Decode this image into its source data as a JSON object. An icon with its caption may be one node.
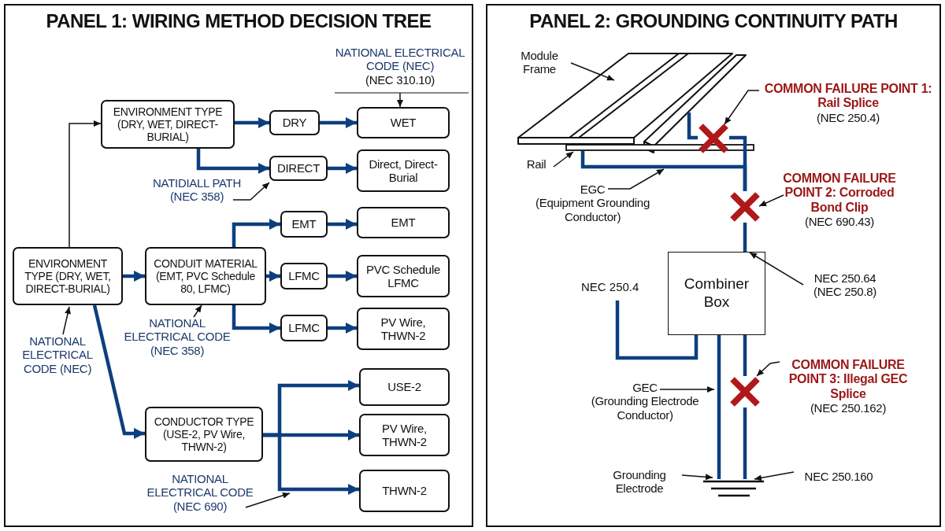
{
  "diagram": {
    "nodes": [
      {
        "text": [
          "PANEL 1: WIRING METHOD DECISION TREE"
        ]
      },
      {
        "text": [
          "ENVIRONMENT TYPE (DRY, WET, DIRECT-BURIAL)"
        ],
        "in": 0
      },
      {
        "text": [
          "DRY"
        ],
        "in": 0
      },
      {
        "text": [
          "WET"
        ],
        "in": 0
      },
      {
        "text": [
          "DIRECT"
        ],
        "in": 0
      },
      {
        "text": [
          "Direct, Direct-Burial"
        ],
        "in": 0
      },
      {
        "text": [
          "EMT"
        ],
        "in": 0
      },
      {
        "text": [
          "EMT"
        ],
        "in": 0
      },
      {
        "text": [
          "ENVIRONMENT TYPE (DRY, WET, DIRECT-BURIAL)"
        ],
        "in": 0
      },
      {
        "text": [
          "CONDUIT MATERIAL (EMT, PVC Schedule 80, LFMC)"
        ],
        "in": 0
      },
      {
        "text": [
          "LFMC"
        ],
        "in": 0
      },
      {
        "text": [
          "PVC Schedule LFMC"
        ],
        "in": 0
      },
      {
        "text": [
          "LFMC"
        ],
        "in": 0
      },
      {
        "text": [
          "PV Wire, THWN-2"
        ],
        "in": 0
      },
      {
        "text": [
          "USE-2"
        ],
        "in": 0
      },
      {
        "text": [
          "CONDUCTOR TYPE (USE-2, PV Wire, THWN-2)"
        ],
        "in": 0
      },
      {
        "text": [
          "PV Wire, THWN-2"
        ],
        "in": 0
      },
      {
        "text": [
          "THWN-2"
        ],
        "in": 0
      },
      {
        "text": [
          "NATIONAL ELECTRICAL CODE (NEC)",
          "(NEC 310.10)"
        ],
        "in": 0
      },
      {
        "text": [
          "NATIDIALL PATH",
          "(NEC 358)"
        ],
        "in": 0
      },
      {
        "text": [
          "NATIONAL ELECTRICAL CODE (NEC)"
        ],
        "in": 0
      },
      {
        "text": [
          "NATIONAL ELECTRICAL CODE",
          "(NEC 358)"
        ],
        "in": 0
      },
      {
        "text": [
          "NATIONAL ELECTRICAL CODE",
          "(NEC 690)"
        ],
        "in": 0
      },
      {
        "text": [
          "PANEL 2: GROUNDING CONTINUITY PATH"
        ]
      },
      {
        "text": [
          "Module Frame"
        ],
        "in": 23
      },
      {
        "text": [],
        "shape": "picture",
        "in": 23
      },
      {
        "text": [
          "Rail"
        ],
        "in": 23
      },
      {
        "text": [],
        "shape": "bar",
        "in": 23
      },
      {
        "text": [
          "EGC",
          "(Equipment Grounding Conductor)"
        ],
        "in": 23
      },
      {
        "text": [
          "COMMON FAILURE POINT 1: Rail Splice",
          "(NEC 250.4)"
        ],
        "in": 23
      },
      {
        "text": [],
        "shape": "cross",
        "in": 23
      },
      {
        "text": [
          "COMMON FAILURE POINT 2: Corroded Bond Clip",
          "(NEC 690.43)"
        ],
        "in": 23
      },
      {
        "text": [],
        "shape": "cross",
        "in": 23
      },
      {
        "text": [
          "Combiner Box"
        ],
        "in": 23
      },
      {
        "text": [
          "NEC 250.64",
          "(NEC 250.8)"
        ],
        "in": 23
      },
      {
        "text": [
          "COMMON FAILURE POINT 3: Illegal GEC Splice",
          "(NEC 250.162)"
        ],
        "in": 23
      },
      {
        "text": [],
        "shape": "cross",
        "in": 23
      },
      {
        "text": [
          "GEC",
          "(Grounding Electrode Conductor)"
        ],
        "in": 23
      },
      {
        "text": [
          "Grounding Electrode"
        ],
        "in": 23
      },
      {
        "text": [
          "NEC 250.160"
        ],
        "in": 23
      },
      {
        "text": [],
        "shape": "ground",
        "in": 23
      }
    ],
    "edges": [
      {
        "from": 1,
        "to": 2,
        "arrow": "to"
      },
      {
        "from": 2,
        "to": 3,
        "arrow": "to"
      },
      {
        "from": 1,
        "to": 4,
        "arrow": "to"
      },
      {
        "from": 4,
        "to": 5,
        "arrow": "to"
      },
      {
        "from": 8,
        "to": 1,
        "arrow": "to",
        "color": "#111111"
      },
      {
        "from": 8,
        "to": 9,
        "arrow": "to"
      },
      {
        "from": 9,
        "to": 6,
        "arrow": "to"
      },
      {
        "from": 6,
        "to": 7,
        "arrow": "to"
      },
      {
        "from": 9,
        "to": 10,
        "arrow": "to"
      },
      {
        "from": 10,
        "to": 11,
        "arrow": "to"
      },
      {
        "from": 9,
        "to": 12,
        "arrow": "to"
      },
      {
        "from": 12,
        "to": 13,
        "arrow": "to"
      },
      {
        "from": 8,
        "to": 15,
        "arrow": "to"
      },
      {
        "from": 15,
        "to": 14,
        "arrow": "to"
      },
      {
        "from": 15,
        "to": 16,
        "arrow": "to"
      },
      {
        "from": 15,
        "to": 17,
        "arrow": "to"
      },
      {
        "from": 18,
        "to": 3,
        "arrow": "to",
        "color": "#111111"
      },
      {
        "from": 19,
        "to": 4,
        "arrow": "to",
        "color": "#111111"
      },
      {
        "from": 20,
        "to": 8,
        "arrow": "to",
        "color": "#111111"
      },
      {
        "from": 21,
        "to": 9,
        "arrow": "to",
        "color": "#111111"
      },
      {
        "from": 22,
        "to": null,
        "arrow": "to",
        "color": "#111111"
      },
      {
        "from": 24,
        "to": 25,
        "arrow": "to",
        "color": "#111111"
      },
      {
        "from": 26,
        "to": 27,
        "arrow": "to",
        "color": "#111111"
      },
      {
        "from": 28,
        "to": null,
        "arrow": "to",
        "color": "#111111"
      },
      {
        "from": 29,
        "to": 30,
        "arrow": "to",
        "color": "#111111"
      },
      {
        "from": 31,
        "to": 32,
        "arrow": "to",
        "color": "#111111"
      },
      {
        "from": 34,
        "to": 33,
        "arrow": "to",
        "color": "#111111"
      },
      {
        "from": 35,
        "to": 36,
        "arrow": "to",
        "color": "#111111"
      },
      {
        "from": 37,
        "to": null,
        "arrow": "to",
        "color": "#111111"
      },
      {
        "from": 38,
        "to": 40,
        "arrow": "to",
        "color": "#111111"
      },
      {
        "from": 39,
        "to": 40,
        "arrow": "to",
        "color": "#111111"
      },
      {
        "from": 25,
        "to": 30,
        "arrow": "none"
      },
      {
        "from": 30,
        "to": 32,
        "arrow": "none"
      },
      {
        "from": 27,
        "to": 32,
        "arrow": "none"
      },
      {
        "from": 32,
        "to": 33,
        "arrow": "none"
      },
      {
        "from": 33,
        "to": 40,
        "arrow": "none"
      },
      {
        "from": 33,
        "to": 36,
        "arrow": "none"
      },
      {
        "from": 36,
        "to": 40,
        "arrow": "none"
      },
      {
        "from": 33,
        "to": null,
        "arrow": "none"
      }
    ],
    "labels": [
      "NEC 250.4"
    ]
  }
}
